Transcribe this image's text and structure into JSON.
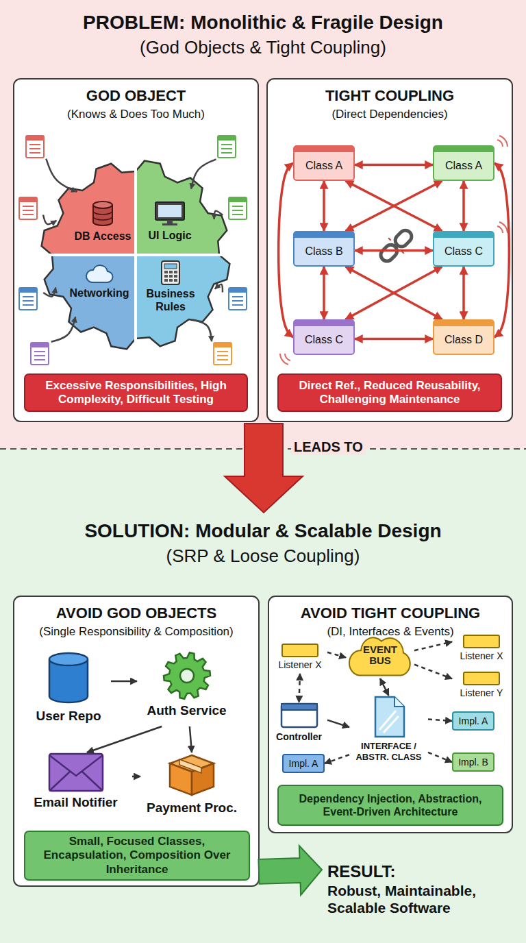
{
  "diagram": {
    "nodes": [
      {
        "text": [
          "PROBLEM: Monolithic & Fragile Design",
          "(God Objects & Tight Coupling)"
        ]
      },
      {
        "text": [
          "GOD OBJECT",
          "(Knows & Does Too Much)"
        ],
        "in": 0
      },
      {
        "text": [
          "DB Access"
        ],
        "in": 1
      },
      {
        "text": [
          "UI Logic"
        ],
        "in": 1
      },
      {
        "text": [
          "Networking"
        ],
        "in": 1
      },
      {
        "text": [
          "Business Rules"
        ],
        "in": 1
      },
      {
        "text": [
          "Excessive Responsibilities, High Complexity, Difficult Testing"
        ],
        "in": 1
      },
      {
        "text": [
          "TIGHT COUPLING",
          "(Direct Dependencies)"
        ],
        "in": 0
      },
      {
        "text": [
          "Class A"
        ],
        "in": 7
      },
      {
        "text": [
          "Class A"
        ],
        "in": 7
      },
      {
        "text": [
          "Class B"
        ],
        "in": 7
      },
      {
        "text": [
          "Class C"
        ],
        "in": 7
      },
      {
        "text": [
          "Class C"
        ],
        "in": 7
      },
      {
        "text": [
          "Class D"
        ],
        "in": 7
      },
      {
        "text": [
          "Direct Ref., Reduced Reusability, Challenging Maintenance"
        ],
        "in": 7
      },
      {
        "text": [
          "SOLUTION: Modular & Scalable Design",
          "(SRP & Loose Coupling)"
        ]
      },
      {
        "text": [
          "AVOID GOD OBJECTS",
          "(Single Responsibility & Composition)"
        ],
        "in": 15
      },
      {
        "text": [
          "User Repo"
        ],
        "in": 16
      },
      {
        "text": [
          "Auth Service"
        ],
        "in": 16
      },
      {
        "text": [
          "Email Notifier"
        ],
        "in": 16
      },
      {
        "text": [
          "Payment Proc."
        ],
        "in": 16
      },
      {
        "text": [
          "Small, Focused Classes, Encapsulation, Composition Over Inheritance"
        ],
        "in": 16
      },
      {
        "text": [
          "AVOID TIGHT COUPLING",
          "(DI, Interfaces & Events)"
        ],
        "in": 15
      },
      {
        "text": [
          "Listener X"
        ],
        "in": 22
      },
      {
        "text": [
          "EVENT BUS"
        ],
        "in": 22
      },
      {
        "text": [
          "Listener X"
        ],
        "in": 22
      },
      {
        "text": [
          "Listener Y"
        ],
        "in": 22
      },
      {
        "text": [
          "Controller"
        ],
        "in": 22
      },
      {
        "text": [
          "INTERFACE / ABSTR. CLASS"
        ],
        "in": 22
      },
      {
        "text": [
          "Impl. A"
        ],
        "in": 22
      },
      {
        "text": [
          "Impl. A"
        ],
        "in": 22
      },
      {
        "text": [
          "Impl. B"
        ],
        "in": 22
      },
      {
        "text": [
          "Dependency Injection, Abstraction, Event-Driven Architecture"
        ],
        "in": 22
      },
      {
        "text": [
          "RESULT:",
          "Robust, Maintainable, Scalable Software"
        ],
        "in": 15
      }
    ],
    "edges": [
      {
        "from": 8,
        "to": 9,
        "arrow": "both"
      },
      {
        "from": 8,
        "to": 10,
        "arrow": "both"
      },
      {
        "from": 8,
        "to": 12,
        "arrow": "both"
      },
      {
        "from": 9,
        "to": 11,
        "arrow": "both"
      },
      {
        "from": 9,
        "to": 13,
        "arrow": "both"
      },
      {
        "from": 10,
        "to": 11,
        "arrow": "both"
      },
      {
        "from": 10,
        "to": 12,
        "arrow": "both"
      },
      {
        "from": 11,
        "to": 13,
        "arrow": "both"
      },
      {
        "from": 12,
        "to": 13,
        "arrow": "both"
      },
      {
        "from": 8,
        "to": 11,
        "arrow": "both"
      },
      {
        "from": 9,
        "to": 10,
        "arrow": "both"
      },
      {
        "from": 10,
        "to": 13,
        "arrow": "both"
      },
      {
        "from": 11,
        "to": 12,
        "arrow": "both"
      },
      {
        "from": 17,
        "to": 18,
        "arrow": "to"
      },
      {
        "from": 18,
        "to": 19,
        "arrow": "to"
      },
      {
        "from": 18,
        "to": 20,
        "arrow": "to"
      },
      {
        "from": 19,
        "to": 20,
        "arrow": "to"
      },
      {
        "from": 16,
        "to": 33,
        "arrow": "to"
      },
      {
        "from": 23,
        "to": 24,
        "arrow": "to"
      },
      {
        "from": 24,
        "to": 25,
        "arrow": "to"
      },
      {
        "from": 24,
        "to": 26,
        "arrow": "to"
      },
      {
        "from": 23,
        "to": 27,
        "arrow": "both"
      },
      {
        "from": 24,
        "to": 28,
        "arrow": "both"
      },
      {
        "from": 27,
        "to": 28,
        "arrow": "to"
      },
      {
        "from": 28,
        "to": 29,
        "arrow": "to"
      },
      {
        "from": 28,
        "to": 30,
        "arrow": "to"
      },
      {
        "from": 28,
        "to": 31,
        "arrow": "to"
      }
    ],
    "labels": [
      "LEADS TO"
    ]
  }
}
